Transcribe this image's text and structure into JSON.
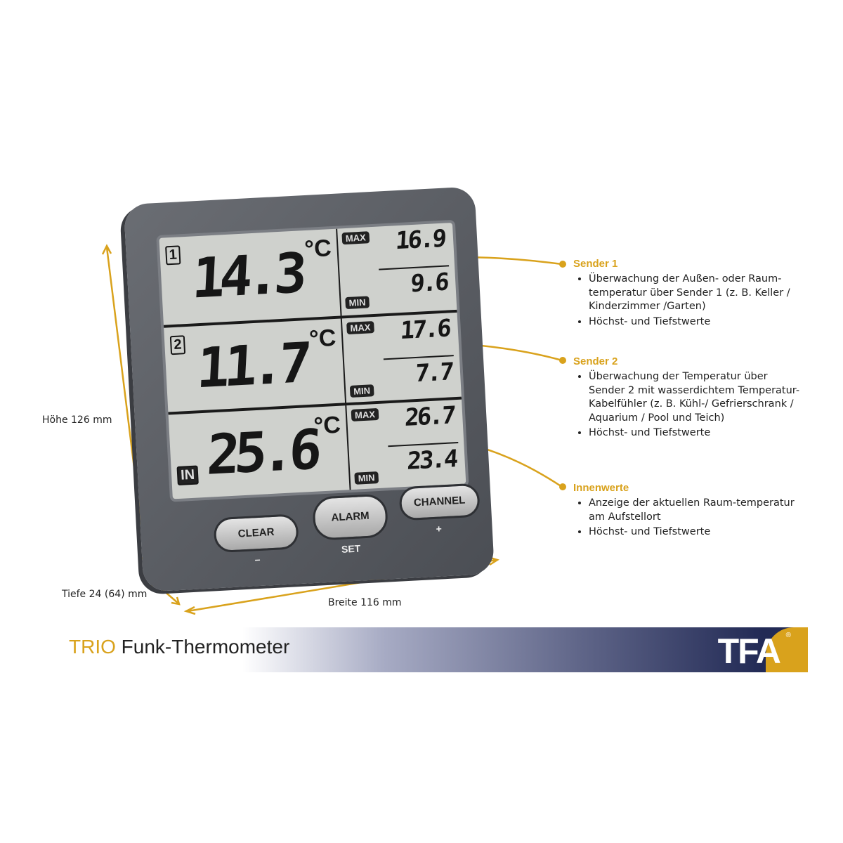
{
  "device": {
    "rows": [
      {
        "channel": "1",
        "temp": "14.3",
        "unit": "°C",
        "max_label": "MAX",
        "max": "16.9",
        "min_label": "MIN",
        "min": "9.6"
      },
      {
        "channel": "2",
        "temp": "11.7",
        "unit": "°C",
        "max_label": "MAX",
        "max": "17.6",
        "min_label": "MIN",
        "min": "7.7"
      },
      {
        "channel": "IN",
        "temp": "25.6",
        "unit": "°C",
        "max_label": "MAX",
        "max": "26.7",
        "min_label": "MIN",
        "min": "23.4"
      }
    ],
    "buttons": {
      "clear": "CLEAR",
      "alarm": "ALARM",
      "channel": "CHANNEL",
      "minus": "–",
      "set": "SET",
      "plus": "+"
    }
  },
  "callouts": [
    {
      "title": "Sender 1",
      "items": [
        "Überwachung der Außen- oder Raum-temperatur über Sender 1 (z. B. Keller / Kinderzimmer /Garten)",
        "Höchst- und Tiefstwerte"
      ]
    },
    {
      "title": "Sender 2",
      "items": [
        "Überwachung der Temperatur über Sender 2 mit wasserdichtem Temperatur-Kabelfühler (z. B. Kühl-/ Gefrierschrank / Aquarium / Pool und Teich)",
        "Höchst- und Tiefstwerte"
      ]
    },
    {
      "title": "Innenwerte",
      "items": [
        "Anzeige der aktuellen Raum-temperatur am Aufstellort",
        "Höchst- und Tiefstwerte"
      ]
    }
  ],
  "dimensions": {
    "height": "Höhe 126 mm",
    "depth": "Tiefe 24 (64) mm",
    "width": "Breite 116 mm"
  },
  "product": {
    "name_accent": "TRIO",
    "name": "Funk-Thermometer",
    "brand": "TFA",
    "registered": "®"
  },
  "colors": {
    "accent": "#d9a21c",
    "banner_dark": "#222a55",
    "device": "#55585e",
    "lcd": "#cfd1cd"
  }
}
